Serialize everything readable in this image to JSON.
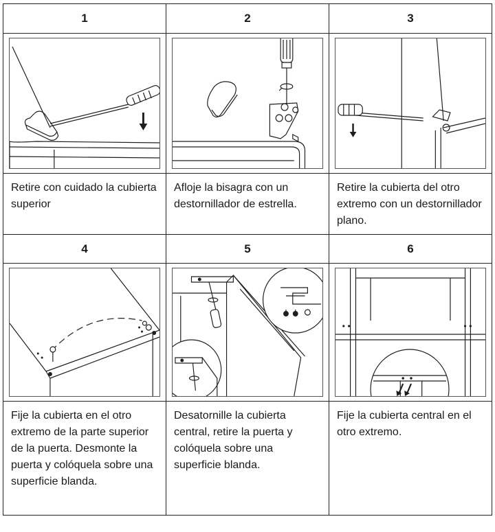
{
  "steps": [
    {
      "number": "1",
      "text": "Retire con cuidado la cubierta superior"
    },
    {
      "number": "2",
      "text": "Afloje la bisagra con un destornillador de estrella."
    },
    {
      "number": "3",
      "text": "Retire la cubierta del otro extremo con un destornillador plano."
    },
    {
      "number": "4",
      "text": "Fije la cubierta en el otro extremo de la parte superior de la puerta. Desmonte la puerta y colóquela sobre una superficie blanda."
    },
    {
      "number": "5",
      "text": "Desatornille la cubierta central, retire la puerta y colóquela sobre una superficie blanda."
    },
    {
      "number": "6",
      "text": "Fije la cubierta central en el otro extremo."
    }
  ],
  "illustrations": [
    "remove-top-cover-illustration",
    "loosen-hinge-illustration",
    "remove-end-cover-illustration",
    "fit-cover-remove-door-illustration",
    "unscrew-center-cover-illustration",
    "fit-center-cover-illustration"
  ]
}
